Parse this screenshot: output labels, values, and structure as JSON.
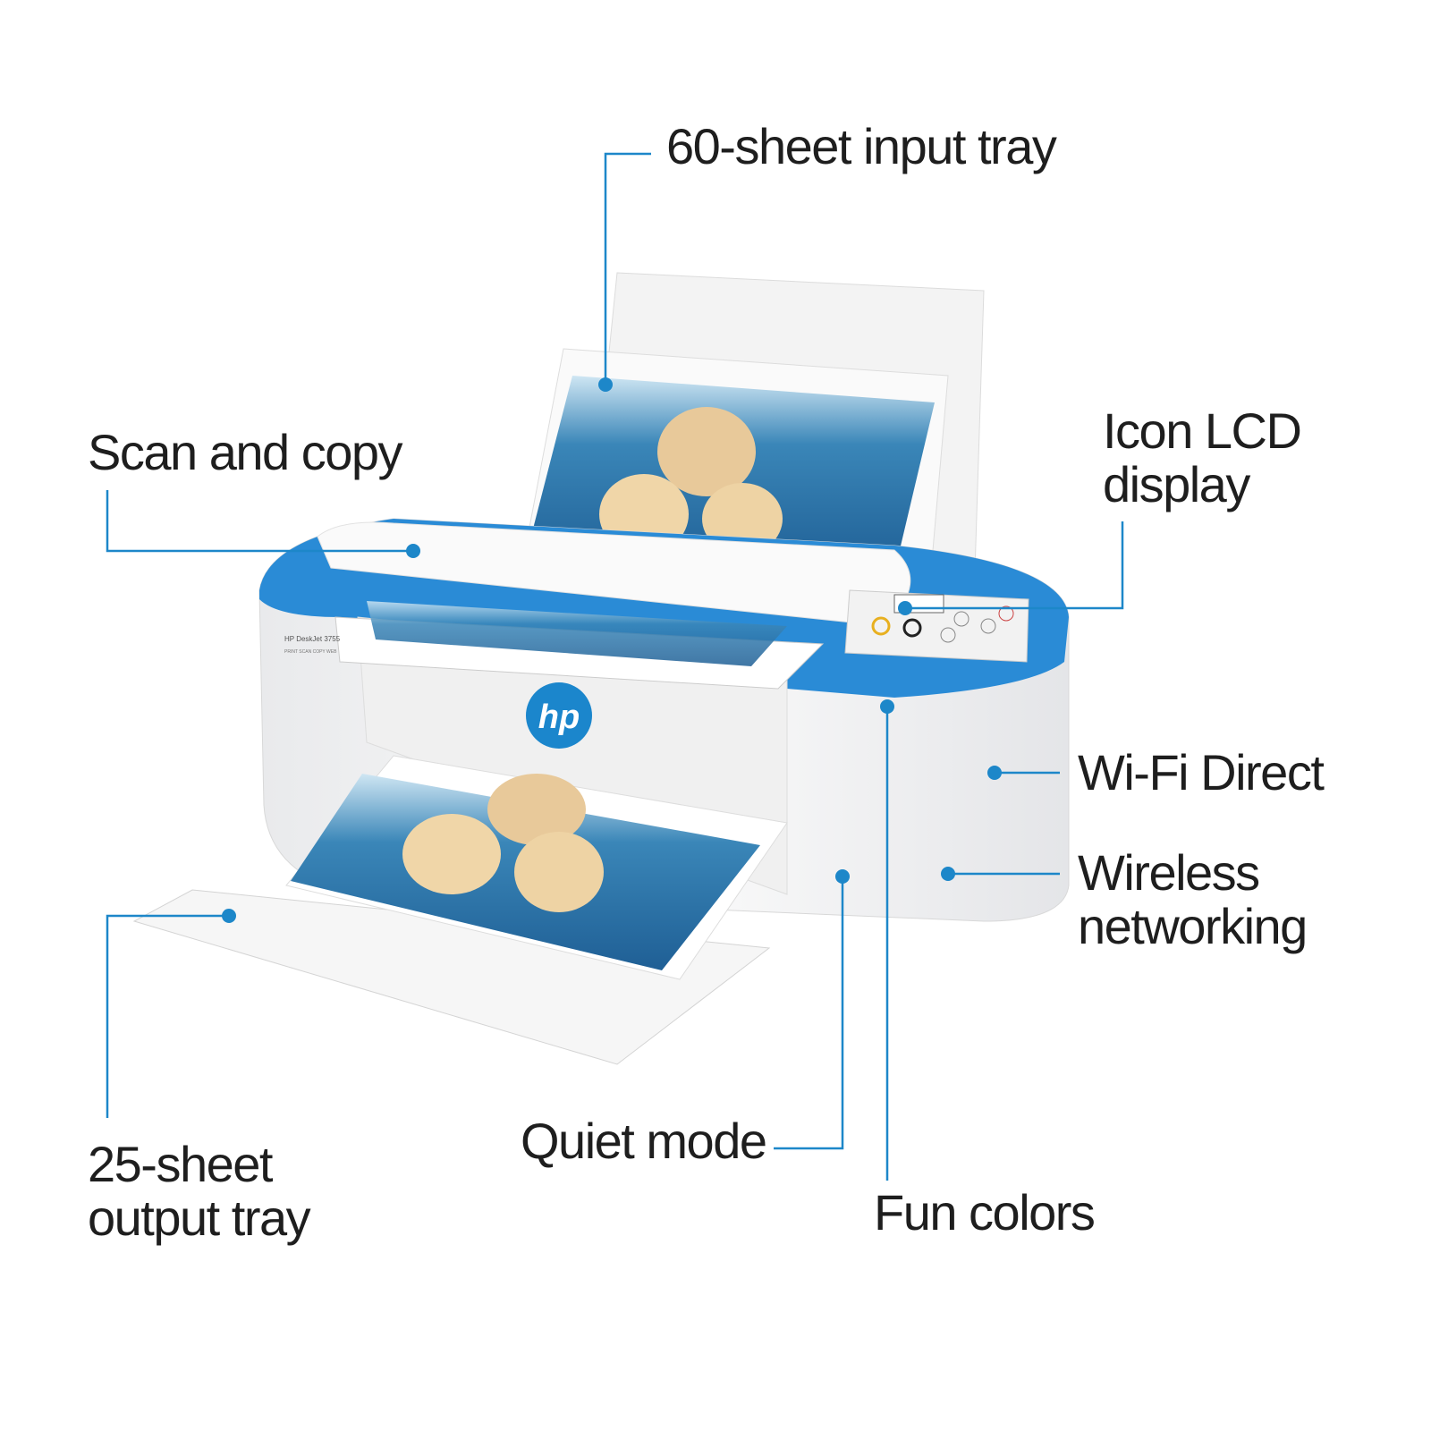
{
  "colors": {
    "accent": "#1d87c9",
    "printer_blue": "#2a8bd6",
    "text": "#1e1e1e"
  },
  "product": {
    "brand_logo": "hp",
    "model_label": "HP DeskJet 3755",
    "model_sub": "PRINT SCAN COPY WEB"
  },
  "callouts": [
    {
      "id": "input-tray",
      "text": "60-sheet input tray"
    },
    {
      "id": "scan-copy",
      "text": "Scan and copy"
    },
    {
      "id": "lcd",
      "lines": [
        "Icon LCD",
        "display"
      ]
    },
    {
      "id": "wifi-direct",
      "text": "Wi-Fi Direct"
    },
    {
      "id": "wireless",
      "lines": [
        "Wireless",
        "networking"
      ]
    },
    {
      "id": "quiet",
      "text": "Quiet mode"
    },
    {
      "id": "fun-colors",
      "text": "Fun colors"
    },
    {
      "id": "output-tray",
      "lines": [
        "25-sheet",
        "output tray"
      ]
    }
  ]
}
